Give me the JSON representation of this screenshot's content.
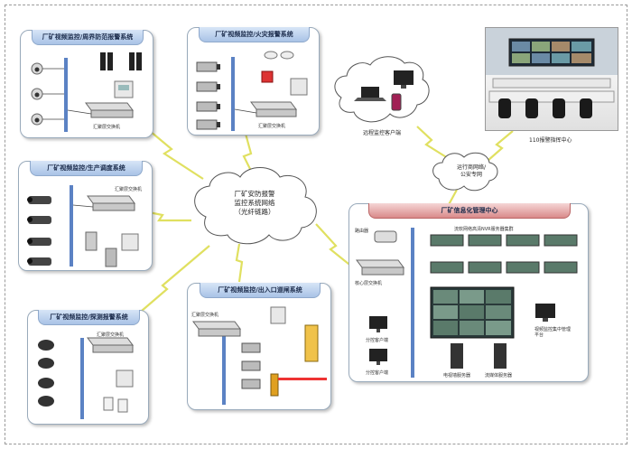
{
  "panels": {
    "perimeter": {
      "title": "厂矿视频监控/周界防范报警系统",
      "switch_label": "汇聚层交换机"
    },
    "fire": {
      "title": "厂矿视频监控/火灾报警系统",
      "switch_label": "汇聚层交换机"
    },
    "production": {
      "title": "厂矿视频监控/生产调度系统",
      "switch_label": "汇聚层交换机"
    },
    "detection": {
      "title": "厂矿视频监控/探测报警系统",
      "switch_label": "汇聚层交换机"
    },
    "gate": {
      "title": "厂矿视频监控/出入口道闸系统",
      "switch_label": "汇聚层交换机"
    },
    "info_center": {
      "title": "厂矿信息化管理中心",
      "router_label": "路由器",
      "core_switch_label": "核心层交换机",
      "storage_label": "流软网络高清NVR服务器集群",
      "client1_label": "分控客户端",
      "client2_label": "分控客户端",
      "platform_label": "视频监控集中管理平台",
      "server1_label": "电视墙服务器",
      "server2_label": "流媒体服务器"
    }
  },
  "center_network": {
    "line1": "厂矿安防报警",
    "line2": "监控系统网络",
    "line3": "（光纤链路）"
  },
  "operator_network": {
    "line1": "运行商网络/",
    "line2": "公安专网"
  },
  "remote_client_label": "远程监控客户端",
  "command_center_label": "110报警指挥中心"
}
